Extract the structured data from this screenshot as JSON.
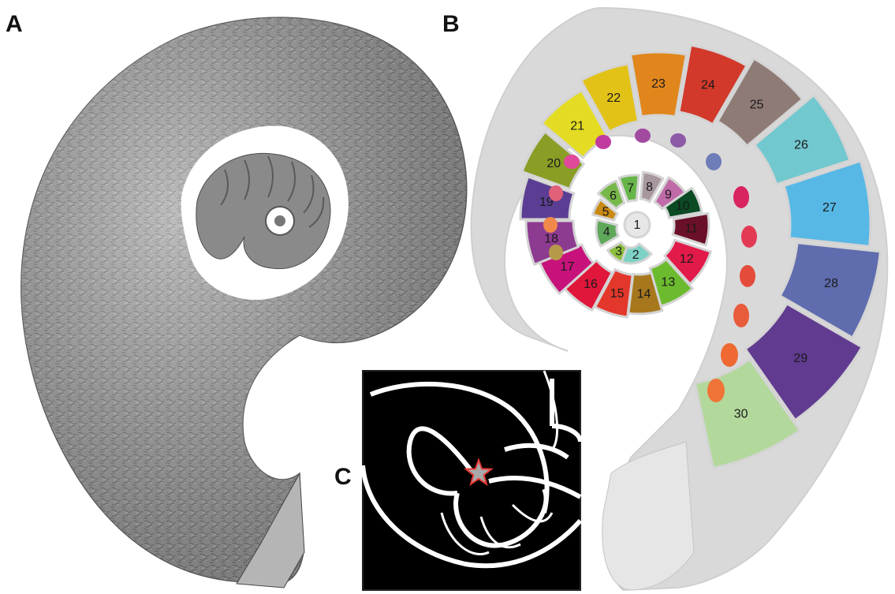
{
  "panel_labels": {
    "a": "A",
    "b": "B",
    "c": "C"
  },
  "panel_a": {
    "subject": "shell",
    "style": "grayscale textured rendering"
  },
  "panel_b": {
    "subject": "shell",
    "chambers": [
      {
        "n": "1",
        "color": "#e7e7e7"
      },
      {
        "n": "2",
        "color": "#7ed1c5"
      },
      {
        "n": "3",
        "color": "#8cbf3f"
      },
      {
        "n": "4",
        "color": "#5fa85a"
      },
      {
        "n": "5",
        "color": "#c98a13"
      },
      {
        "n": "6",
        "color": "#76b84a"
      },
      {
        "n": "7",
        "color": "#66b549"
      },
      {
        "n": "8",
        "color": "#a8979f"
      },
      {
        "n": "9",
        "color": "#c06aa8"
      },
      {
        "n": "10",
        "color": "#0b4a23"
      },
      {
        "n": "11",
        "color": "#6a1028"
      },
      {
        "n": "12",
        "color": "#e21a49"
      },
      {
        "n": "13",
        "color": "#6cbb2e"
      },
      {
        "n": "14",
        "color": "#a7771d"
      },
      {
        "n": "15",
        "color": "#e3372b"
      },
      {
        "n": "16",
        "color": "#e0163a"
      },
      {
        "n": "17",
        "color": "#c8127b"
      },
      {
        "n": "18",
        "color": "#8d3a91"
      },
      {
        "n": "19",
        "color": "#5b3e93"
      },
      {
        "n": "20",
        "color": "#8a9e25"
      },
      {
        "n": "21",
        "color": "#e4dc22"
      },
      {
        "n": "22",
        "color": "#e2c217"
      },
      {
        "n": "23",
        "color": "#e0861c"
      },
      {
        "n": "24",
        "color": "#d2392b"
      },
      {
        "n": "25",
        "color": "#8f7b76"
      },
      {
        "n": "26",
        "color": "#72c8cf"
      },
      {
        "n": "27",
        "color": "#57b8e6"
      },
      {
        "n": "28",
        "color": "#5f6cae"
      },
      {
        "n": "29",
        "color": "#613b90"
      },
      {
        "n": "30",
        "color": "#b3d89c"
      }
    ]
  },
  "panel_c": {
    "subject": "cross-section",
    "marker": "star",
    "marker_color": "#e53935",
    "marker_fill": "#a9a9a9"
  }
}
